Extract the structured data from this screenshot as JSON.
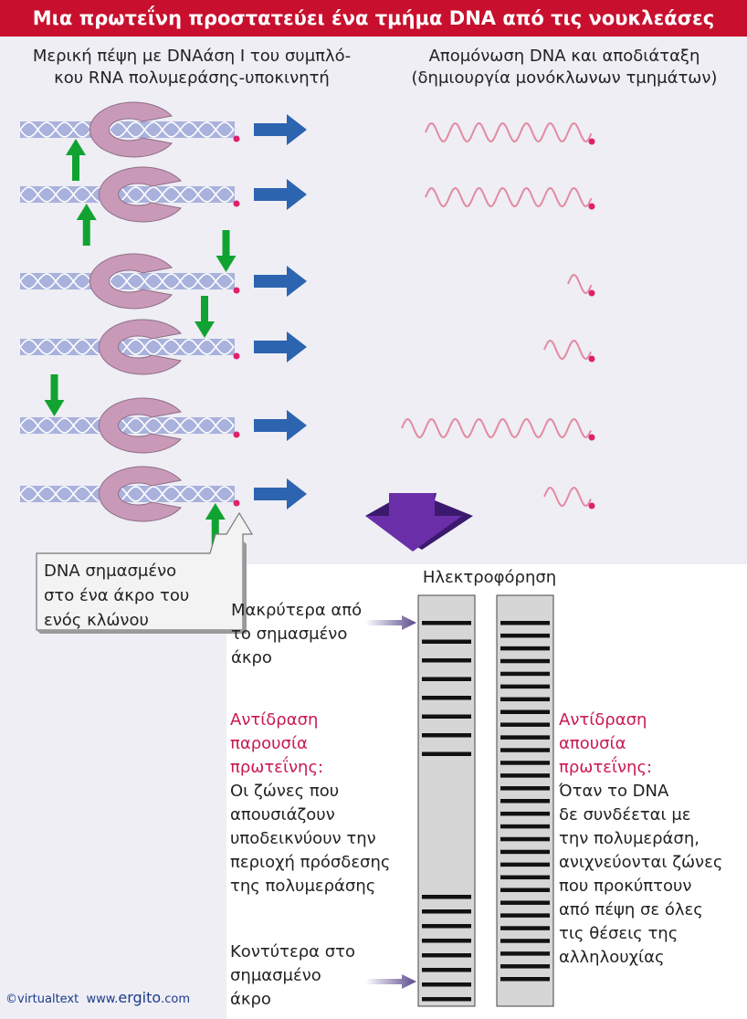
{
  "title": "Μια πρωτεΐνη προστατεύει ένα τμήμα DNA από τις νουκλεάσες",
  "headers": {
    "left": [
      "Μερική πέψη με DNAάση Ι του συμπλό-",
      "κου RNA πολυμεράσης-υποκινητή"
    ],
    "right": [
      "Απομόνωση DNA και αποδιάταξη",
      "(δημιουργία μονόκλωνων τμημάτων)"
    ]
  },
  "callout": [
    "DNA σημασμένο",
    "στο ένα άκρο του",
    "ενός κλώνου"
  ],
  "electrophoresis_label": "Ηλεκτροφόρηση",
  "longer_label": [
    "Μακρύτερα από",
    "το σημασμένο",
    "άκρο"
  ],
  "shorter_label": [
    "Κοντύτερα στο",
    "σημασμένο",
    "άκρο"
  ],
  "presence": {
    "label": [
      "Αντίδραση",
      "παρουσία",
      "πρωτεΐνης:"
    ],
    "desc": [
      "Οι ζώνες που",
      "απουσιάζουν",
      "υποδεικνύουν την",
      "περιοχή πρόσδεσης",
      "της πολυμεράσης"
    ]
  },
  "absence": {
    "label": [
      "Αντίδραση",
      "απουσία",
      "πρωτεΐνης:"
    ],
    "desc": [
      "Όταν το DNA",
      "δε συνδέεται με",
      "την πολυμεράση,",
      "ανιχνεύονται ζώνες",
      "που προκύπτουν",
      "από πέψη σε όλες",
      "τις θέσεις της",
      "αλληλουχίας"
    ]
  },
  "footer": {
    "copyright": "©virtualtext",
    "site_prefix": "www.",
    "site_name": "ergito",
    "site_suffix": ".com"
  },
  "colors": {
    "title_bg": "#c8102e",
    "dna": "#a9b2dc",
    "polymerase": "#c99ab8",
    "cut_arrow": "#11a332",
    "flow_arrow": "#2d64b0",
    "ssdna": "#e38aa0",
    "label_dot": "#e0206a",
    "emphasis_text": "#c8194e",
    "gel_lane": "#d6d6d6",
    "band": "#111111",
    "block_arrow": "#6a2fa8"
  },
  "rows": [
    {
      "cut_position": 0.2,
      "fragment_waves": 7
    },
    {
      "cut_position": 0.25,
      "fragment_waves": 7
    },
    {
      "cut_position": 0.9,
      "fragment_waves": 1
    },
    {
      "cut_position": 0.8,
      "fragment_waves": 2
    },
    {
      "cut_position": 0.1,
      "fragment_waves": 8
    },
    {
      "cut_position": 0.85,
      "fragment_waves": 2
    }
  ],
  "lanes": {
    "with_protein_band_groups": [
      8,
      8
    ],
    "without_protein_bands": 29
  }
}
